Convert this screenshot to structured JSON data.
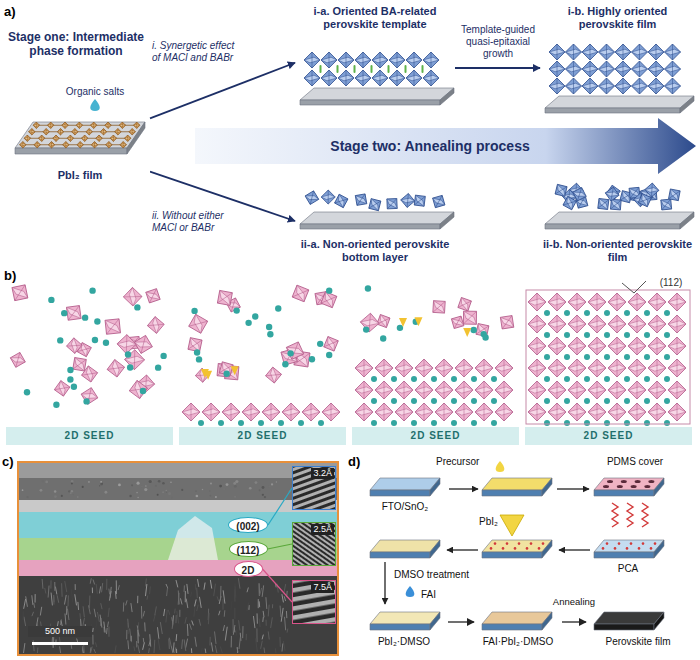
{
  "diagram": {
    "nodes": [
      {
        "text": [
          "PbI₂ film"
        ]
      },
      {
        "text": [
          "i-a. Oriented BA-related perovskite template"
        ]
      },
      {
        "text": [
          "i-b. Highly oriented perovskite film"
        ]
      },
      {
        "text": [
          "Stage two: Annealing process"
        ]
      },
      {
        "text": [
          "ii-a. Non-oriented perovskite bottom layer"
        ]
      },
      {
        "text": [
          "ii-b. Non-oriented perovskite film"
        ]
      },
      {
        "text": [
          "2D SEED"
        ]
      },
      {
        "text": [
          "2D SEED"
        ]
      },
      {
        "text": [
          "2D SEED"
        ]
      },
      {
        "text": [
          "2D SEED"
        ]
      },
      {
        "text": [
          "(002)"
        ]
      },
      {
        "text": [
          "(112)"
        ]
      },
      {
        "text": [
          "2D"
        ]
      },
      {
        "text": [
          "3.2Å"
        ]
      },
      {
        "text": [
          "2.5Å"
        ]
      },
      {
        "text": [
          "7.5Å"
        ]
      },
      {
        "text": [
          "FTO/SnO₂"
        ]
      },
      {
        "text": [
          "PDMS cover"
        ]
      },
      {
        "text": [
          "PbI₂·DMSO"
        ]
      },
      {
        "text": [
          "FAI·PbI₂·DMSO"
        ]
      },
      {
        "text": [
          "Perovskite film"
        ]
      }
    ],
    "edges": [
      {
        "from": 0,
        "to": 1,
        "arrow": "to",
        "label": "i. Synergetic effect of MACl and BABr"
      },
      {
        "from": 1,
        "to": 2,
        "arrow": "to",
        "label": "Template-guided quasi-epitaxial growth"
      },
      {
        "from": 0,
        "to": 4,
        "arrow": "to",
        "label": "ii. Without either MACl or BABr"
      },
      {
        "from": 10,
        "to": 13,
        "arrow": "none"
      },
      {
        "from": 11,
        "to": 14,
        "arrow": "none"
      },
      {
        "from": 12,
        "to": 15,
        "arrow": "none"
      },
      {
        "from": 18,
        "to": 19,
        "arrow": "to"
      },
      {
        "from": 19,
        "to": 20,
        "arrow": "to",
        "label": "Annealing"
      }
    ],
    "labels": [
      "a)",
      "Stage one: Intermediate phase formation",
      "Organic salts",
      "b)",
      "(112)",
      "c)",
      "500 nm",
      "d)",
      "Precursor",
      "PCA",
      "PbI₂",
      "DMSO treatment",
      "FAI"
    ]
  }
}
